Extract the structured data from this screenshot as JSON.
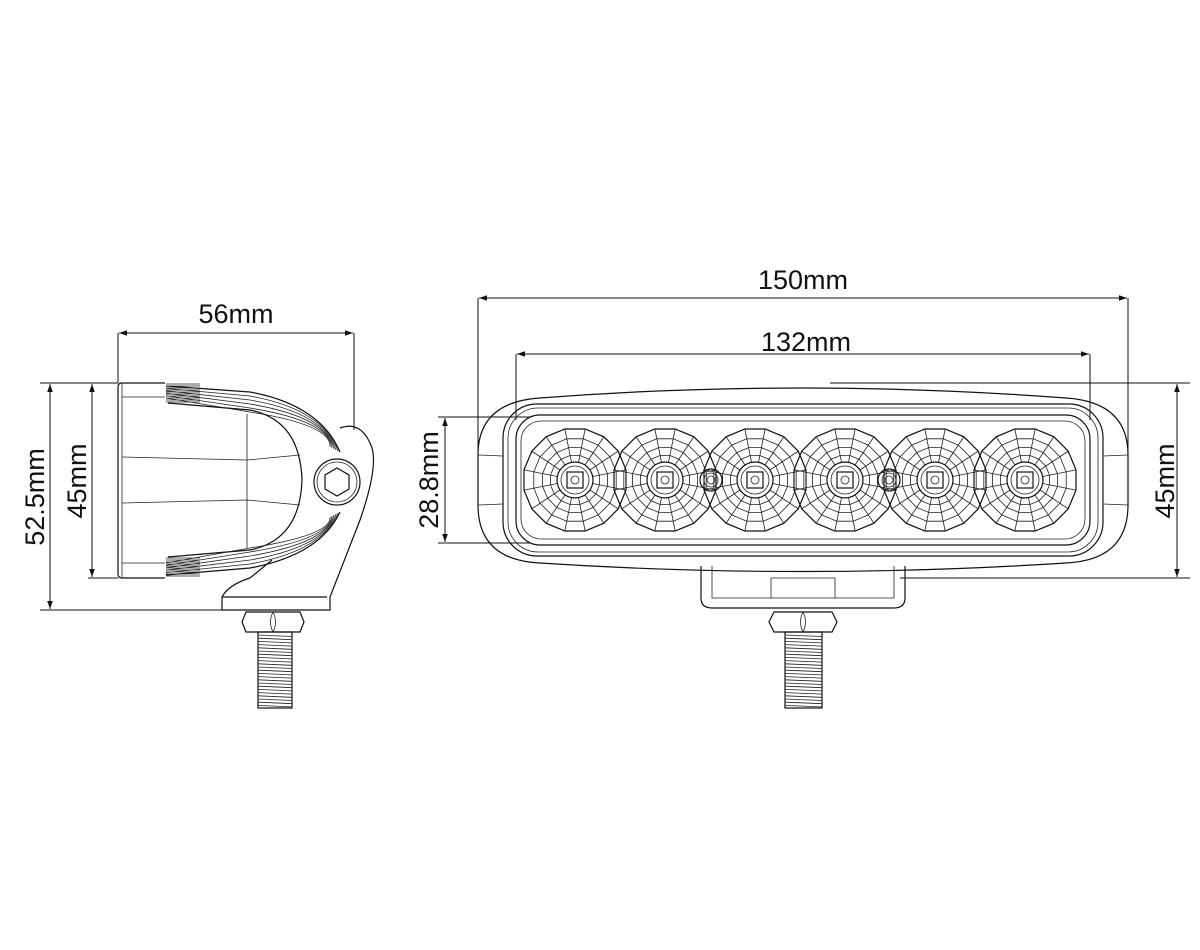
{
  "side_view": {
    "width_label": "56mm",
    "total_height_label": "52.5mm",
    "body_height_label": "45mm"
  },
  "front_view": {
    "overall_length_label": "150mm",
    "lens_length_label": "132mm",
    "lens_height_label": "28.8mm",
    "body_height_label": "45mm",
    "led_count": 6,
    "sensor_count": 2
  }
}
